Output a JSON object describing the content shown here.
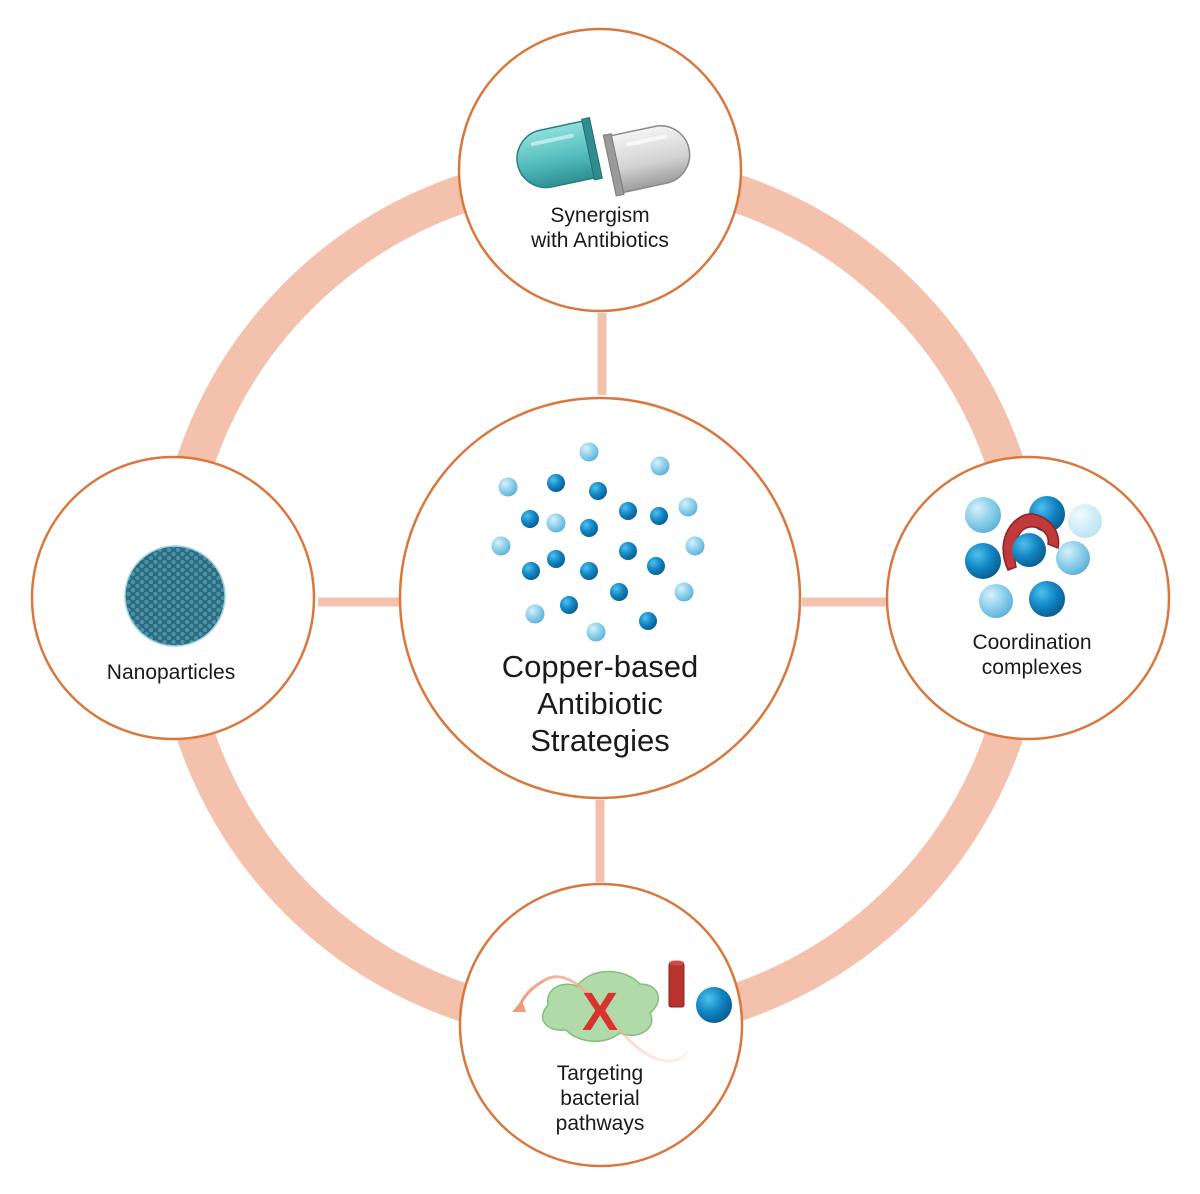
{
  "center": {
    "title_lines": [
      "Copper-based",
      "Antibiotic",
      "Strategies"
    ],
    "icon": "copper-ions-cluster-icon"
  },
  "nodes": {
    "top": {
      "label_lines": [
        "Synergism",
        "with Antibiotics"
      ],
      "icon": "antibiotic-capsule-icon"
    },
    "left": {
      "label_lines": [
        "Nanoparticles"
      ],
      "icon": "nanoparticle-icon"
    },
    "right": {
      "label_lines": [
        "Coordination",
        "complexes"
      ],
      "icon": "coordination-complex-icon"
    },
    "bottom": {
      "label_lines": [
        "Targeting",
        "bacterial",
        "pathways"
      ],
      "icon": "blocked-pathway-icon"
    }
  },
  "colors": {
    "ring": "#f4c1ad",
    "circle_outline": "#d9783e",
    "ion_dark": "#1286c4",
    "ion_light": "#8fd0ec",
    "capsule_teal": "#5fc6c6",
    "capsule_gray": "#d0d0d0",
    "chelator_red": "#c0393b",
    "pathway_green": "#a8d8a0",
    "block_red": "#d8332f"
  }
}
